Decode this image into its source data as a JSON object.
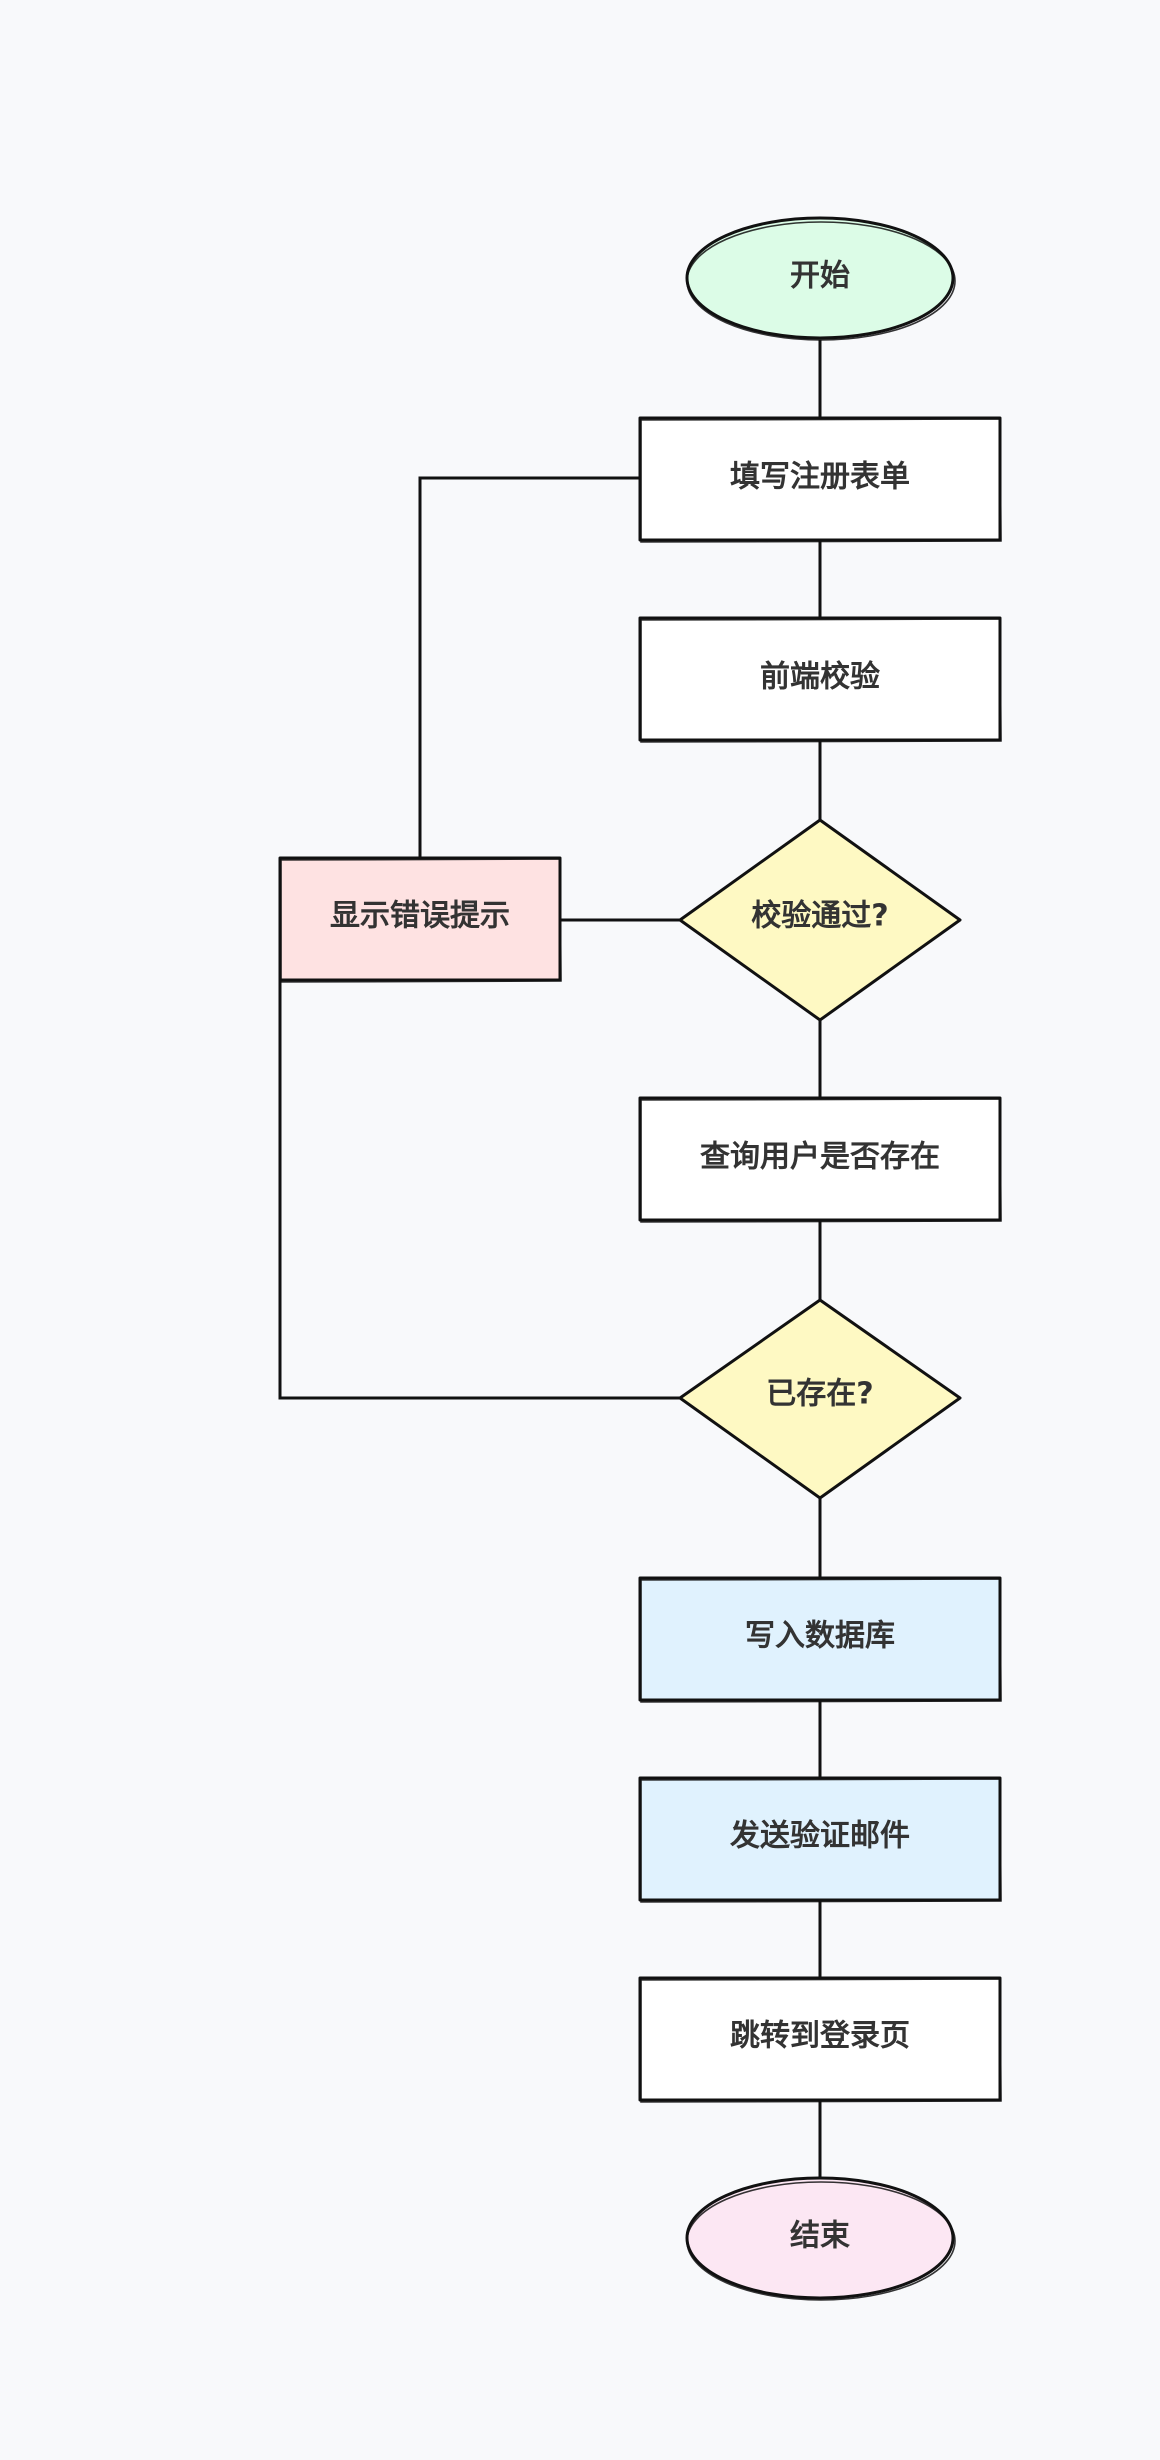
{
  "colors": {
    "background": "#f8f9fb",
    "stroke": "#111111",
    "text": "#333333",
    "start_fill": "#dcfce7",
    "end_fill": "#fce7f3",
    "process_fill": "#ffffff",
    "decision_fill": "#fef9c3",
    "error_fill": "#fee2e2",
    "data_fill": "#e0f2fe"
  },
  "nodes": {
    "start": {
      "label": "开始"
    },
    "fill_form": {
      "label": "填写注册表单"
    },
    "frontend_validate": {
      "label": "前端校验"
    },
    "validate_passed": {
      "label": "校验通过?"
    },
    "show_error": {
      "label": "显示错误提示"
    },
    "query_user": {
      "label": "查询用户是否存在"
    },
    "user_exists": {
      "label": "已存在?"
    },
    "write_db": {
      "label": "写入数据库"
    },
    "send_email": {
      "label": "发送验证邮件"
    },
    "redirect_login": {
      "label": "跳转到登录页"
    },
    "end": {
      "label": "结束"
    }
  }
}
